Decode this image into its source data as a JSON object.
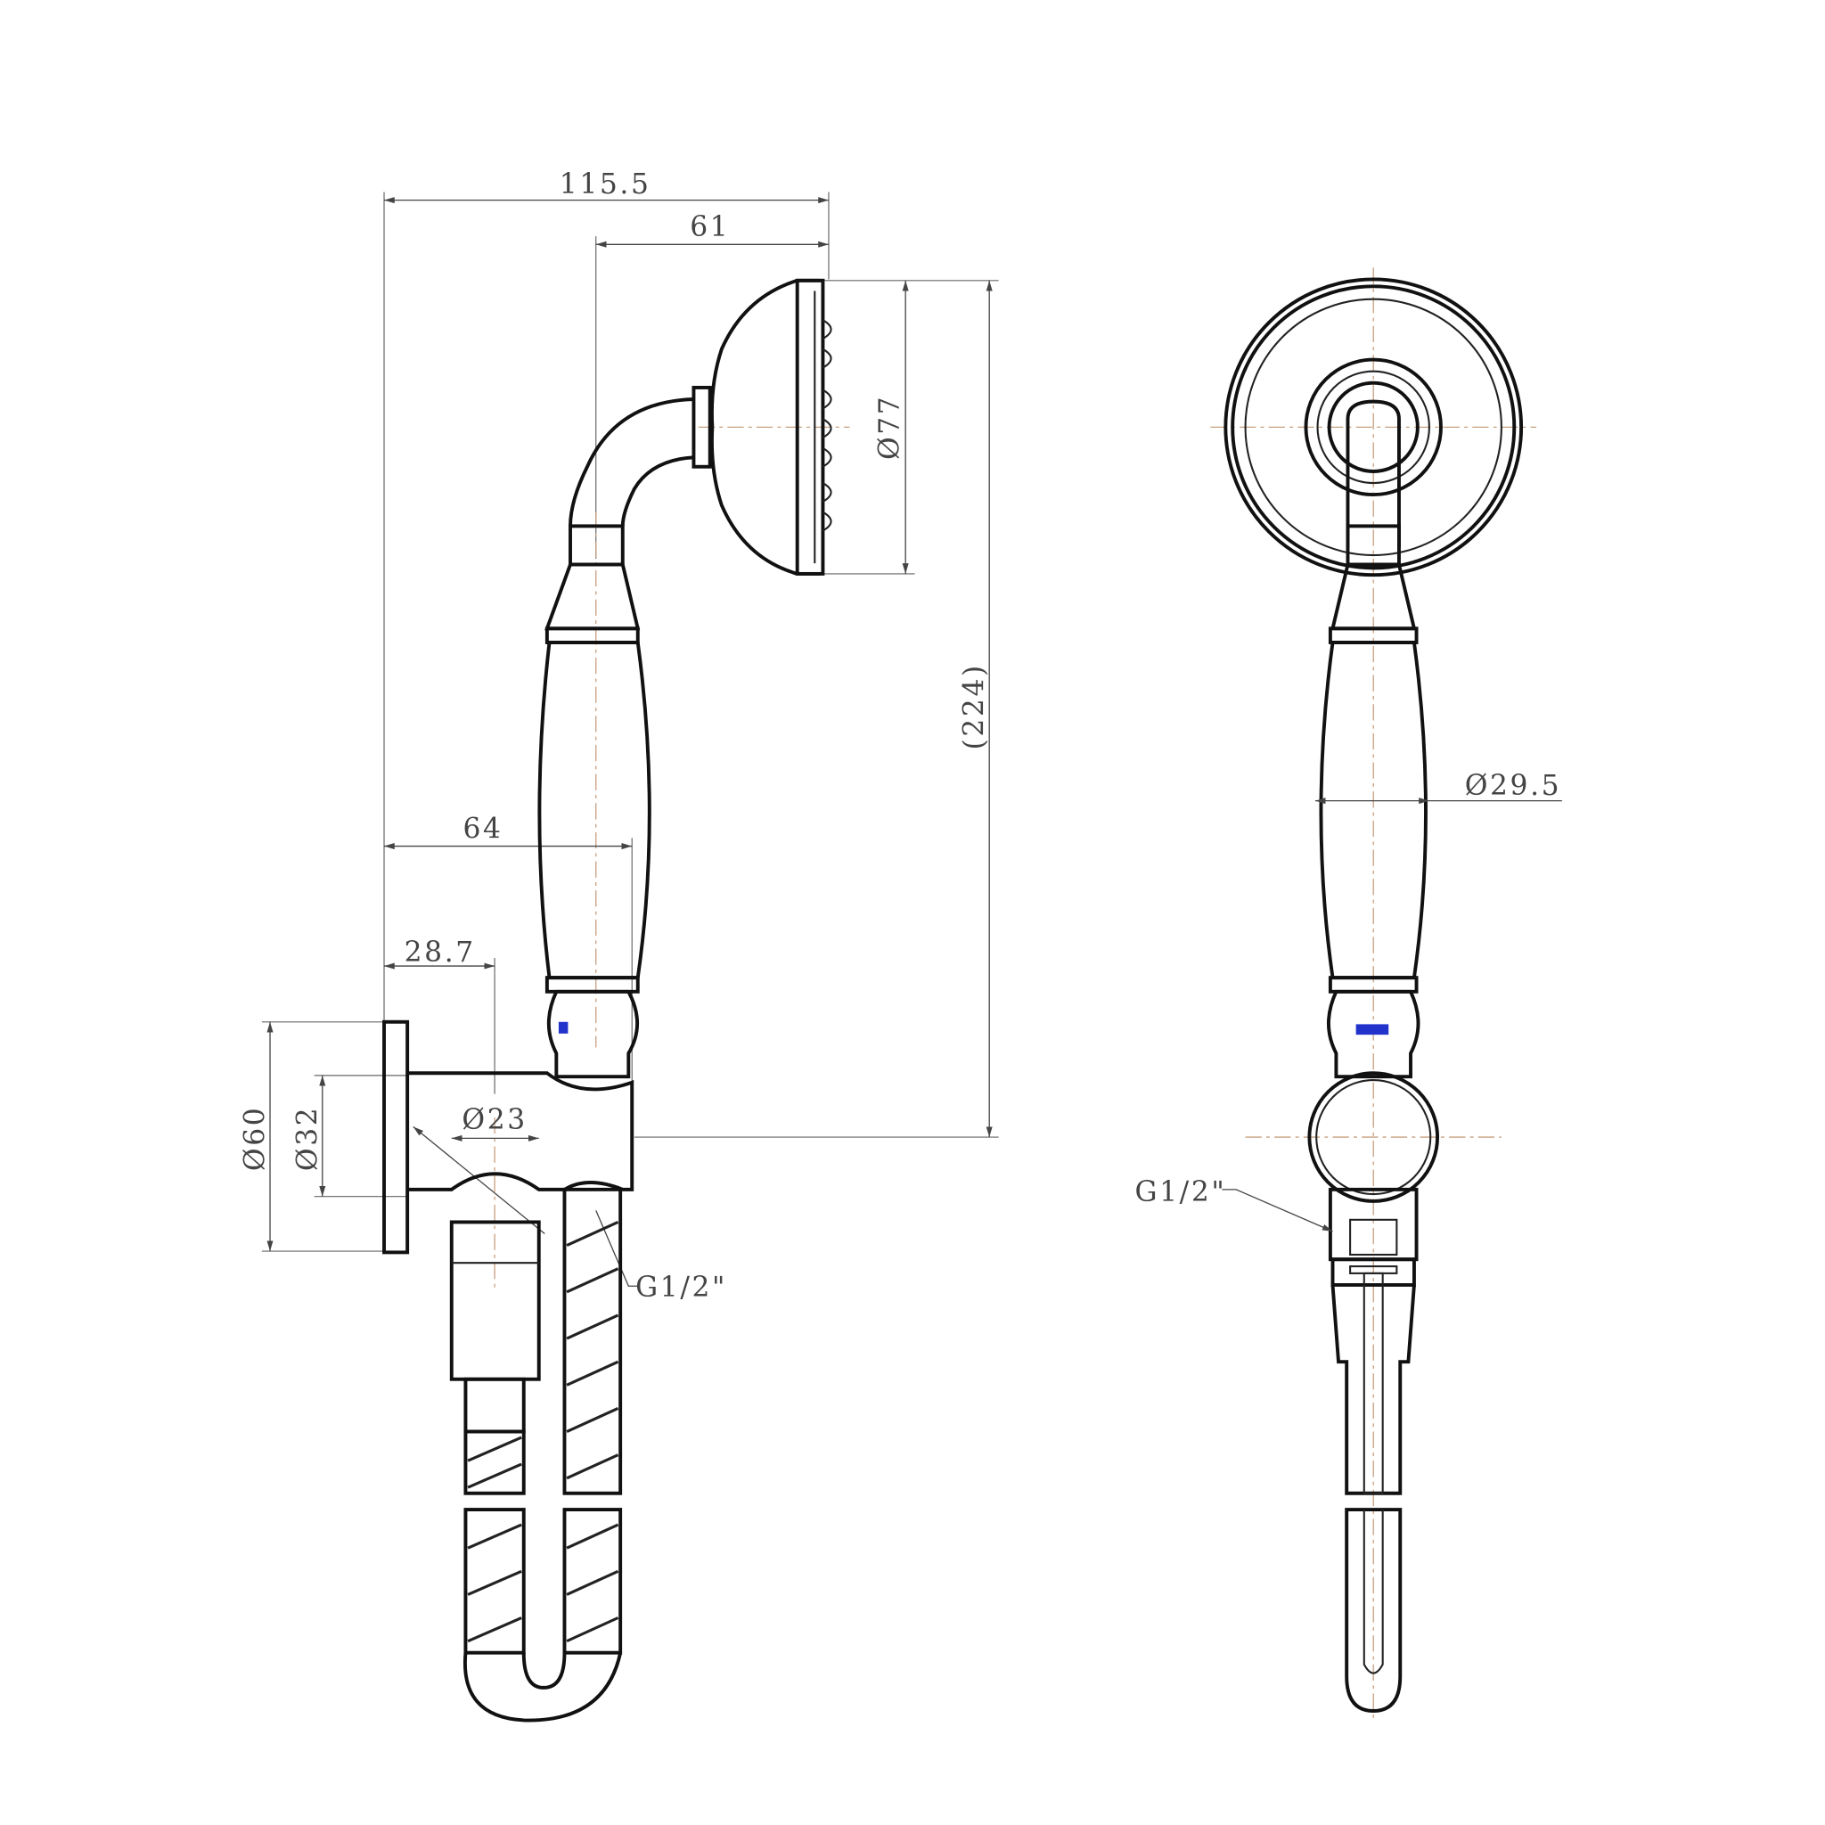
{
  "drawing": {
    "side_view": {
      "dimensions": {
        "overall_width": "115.5",
        "head_offset": "61",
        "head_diameter": "Ø77",
        "overall_height": "(224)",
        "handle_offset": "64",
        "arm_offset": "28.7",
        "plate_diameter": "Ø60",
        "boss_diameter": "Ø32",
        "outlet_diameter": "Ø23",
        "thread_size": "G1/2\""
      }
    },
    "front_view": {
      "dimensions": {
        "handle_diameter": "Ø29.5",
        "thread_size": "G1/2\""
      }
    },
    "colors": {
      "line": "#111111",
      "dimension": "#444444",
      "centerline": "#c8a080",
      "marker": "#2233cc"
    }
  }
}
